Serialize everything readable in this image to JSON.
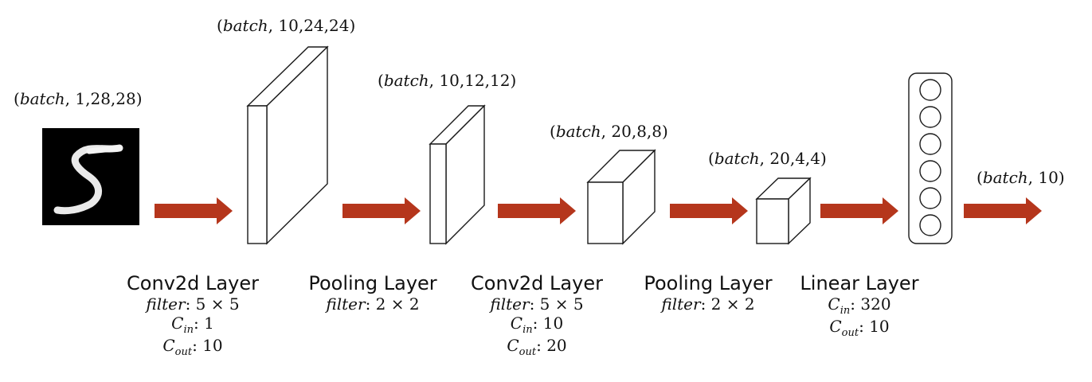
{
  "shapes": {
    "input": "(batch, 1,28,28)",
    "conv1": "(batch, 10,24,24)",
    "pool1": "(batch, 10,12,12)",
    "conv2": "(batch, 20,8,8)",
    "pool2": "(batch, 20,4,4)",
    "output": "(batch, 10)"
  },
  "layers": [
    {
      "name": "Conv2d Layer",
      "filter": "5 × 5",
      "c_in": "1",
      "c_out": "10"
    },
    {
      "name": "Pooling Layer",
      "filter": "2 × 2"
    },
    {
      "name": "Conv2d Layer",
      "filter": "5 × 5",
      "c_in": "10",
      "c_out": "20"
    },
    {
      "name": "Pooling Layer",
      "filter": "2 × 2"
    },
    {
      "name": "Linear Layer",
      "c_in": "320",
      "c_out": "10"
    }
  ],
  "param_keys": {
    "filter": "filter",
    "c": "C",
    "in": "in",
    "out": "out"
  },
  "colors": {
    "arrow": "#b5361c",
    "outline": "#1a1a1a",
    "digit_bg": "#000000"
  },
  "input_image": "handwritten digit 5",
  "output_nodes": 6
}
